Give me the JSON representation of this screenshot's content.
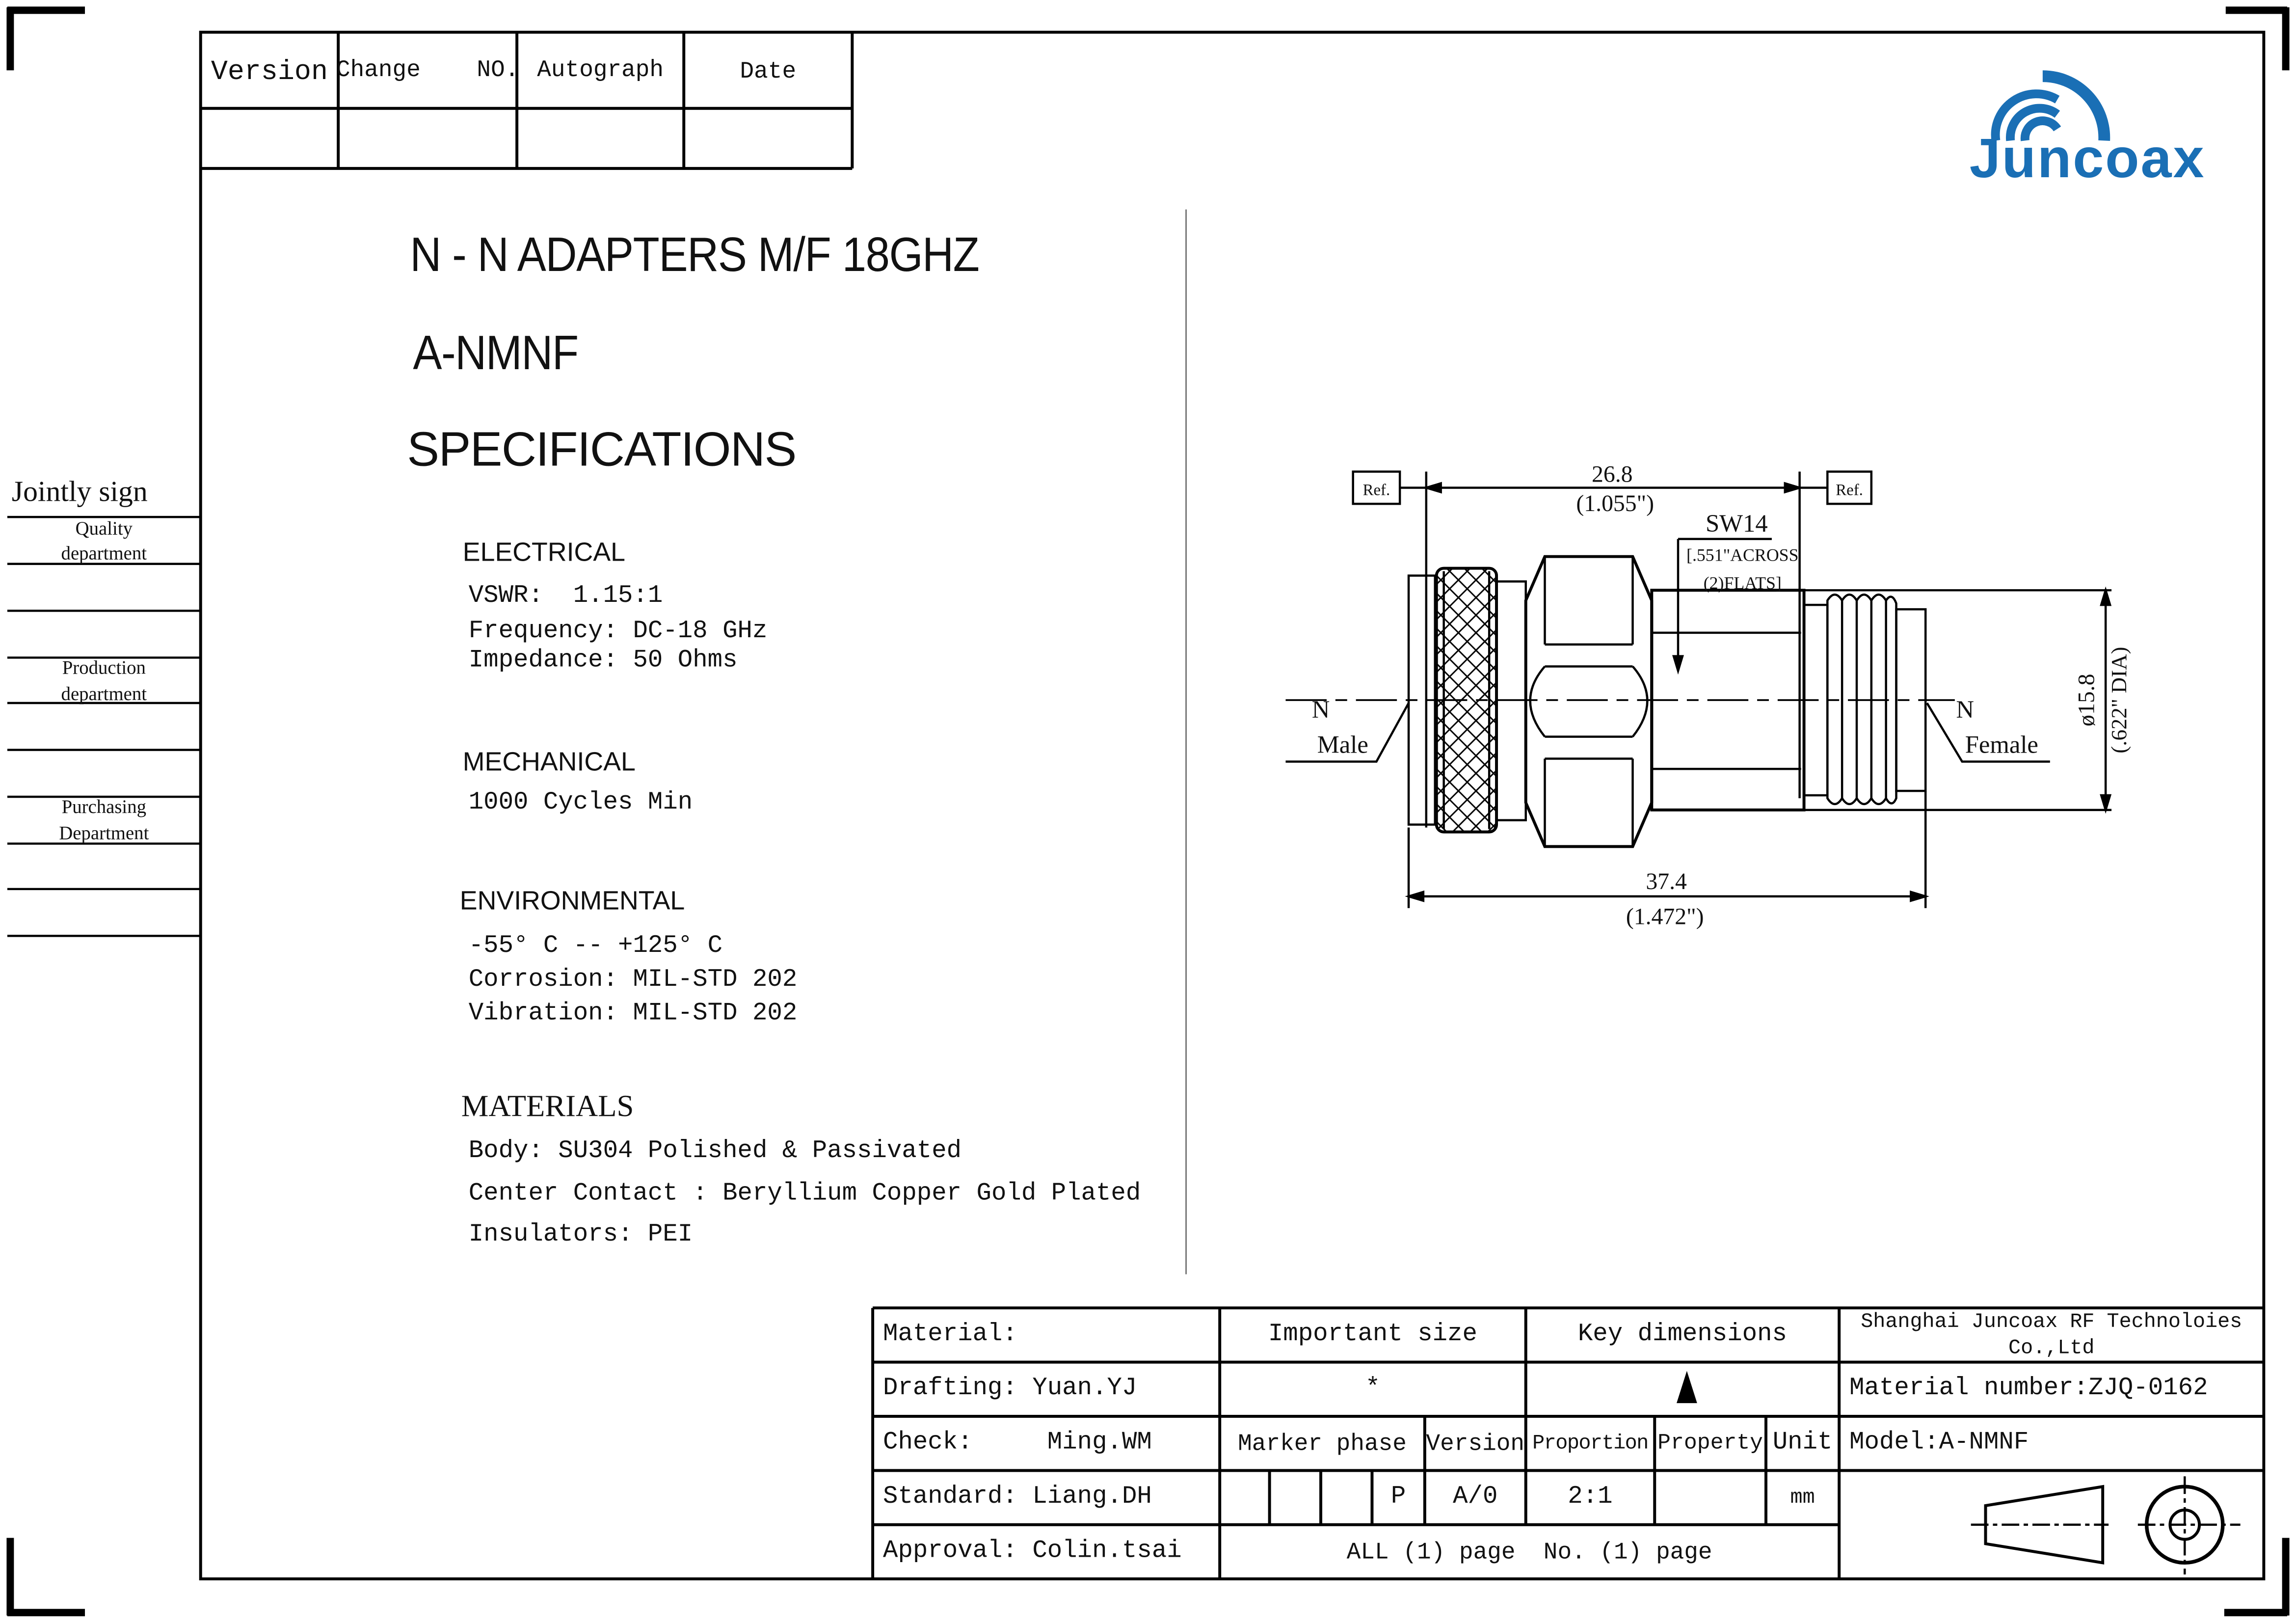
{
  "revision_table": {
    "headers": [
      "Version",
      "Change    NO.",
      "Autograph",
      "Date"
    ]
  },
  "logo": {
    "text": "Juncoax",
    "color": "#1a6fb5"
  },
  "titles": {
    "line1": "N - N ADAPTERS  M/F 18GHZ",
    "line2": "A-NMNF",
    "line3": "SPECIFICATIONS"
  },
  "jointly_sign": {
    "title": "Jointly sign",
    "departments": [
      [
        "Quality",
        "department"
      ],
      [
        "Production",
        "department"
      ],
      [
        "Purchasing",
        "Department"
      ]
    ]
  },
  "specs": {
    "electrical": {
      "heading": "ELECTRICAL",
      "lines": [
        "VSWR:  1.15:1",
        "Frequency: DC-18 GHz",
        "Impedance: 50 Ohms"
      ]
    },
    "mechanical": {
      "heading": "MECHANICAL",
      "lines": [
        "1000 Cycles Min"
      ]
    },
    "environmental": {
      "heading": "ENVIRONMENTAL",
      "lines": [
        "-55° C -- +125° C",
        "Corrosion: MIL-STD 202",
        "Vibration: MIL-STD 202"
      ]
    },
    "materials": {
      "heading": "MATERIALS",
      "lines": [
        "Body: SU304 Polished & Passivated",
        "Center Contact : Beryllium Copper Gold Plated",
        "Insulators: PEI"
      ]
    }
  },
  "drawing": {
    "ref": "Ref.",
    "dim_top": "26.8",
    "dim_top_in": "(1.055\")",
    "sw": "SW14",
    "sw_note1": "[.551\"ACROSS",
    "sw_note2": "(2)FLATS]",
    "dim_bottom": "37.4",
    "dim_bottom_in": "(1.472\")",
    "dia": "ø15.8",
    "dia_in": "(.622\" DIA)",
    "male_n": "N",
    "male": "Male",
    "female_n": "N",
    "female": "Female"
  },
  "title_block": {
    "material": "Material:",
    "important_size": "Important size",
    "key_dimensions": "Key dimensions",
    "company": "Shanghai Juncoax RF Technoloies",
    "company2": "Co.,Ltd",
    "drafting": "Drafting: Yuan.YJ",
    "important_symbol": "*",
    "material_number": "Material number:ZJQ-0162",
    "check": "Check:     Ming.WM",
    "marker_phase": "Marker phase",
    "version": "Version",
    "proportion": "Proportion",
    "property": "Property",
    "unit": "Unit",
    "model": "Model:A-NMNF",
    "standard": "Standard: Liang.DH",
    "phase_p": "P",
    "version_val": "A/0",
    "proportion_val": "2:1",
    "unit_val": "mm",
    "approval": "Approval: Colin.tsai",
    "pages": "ALL (1) page  No. (1) page"
  }
}
